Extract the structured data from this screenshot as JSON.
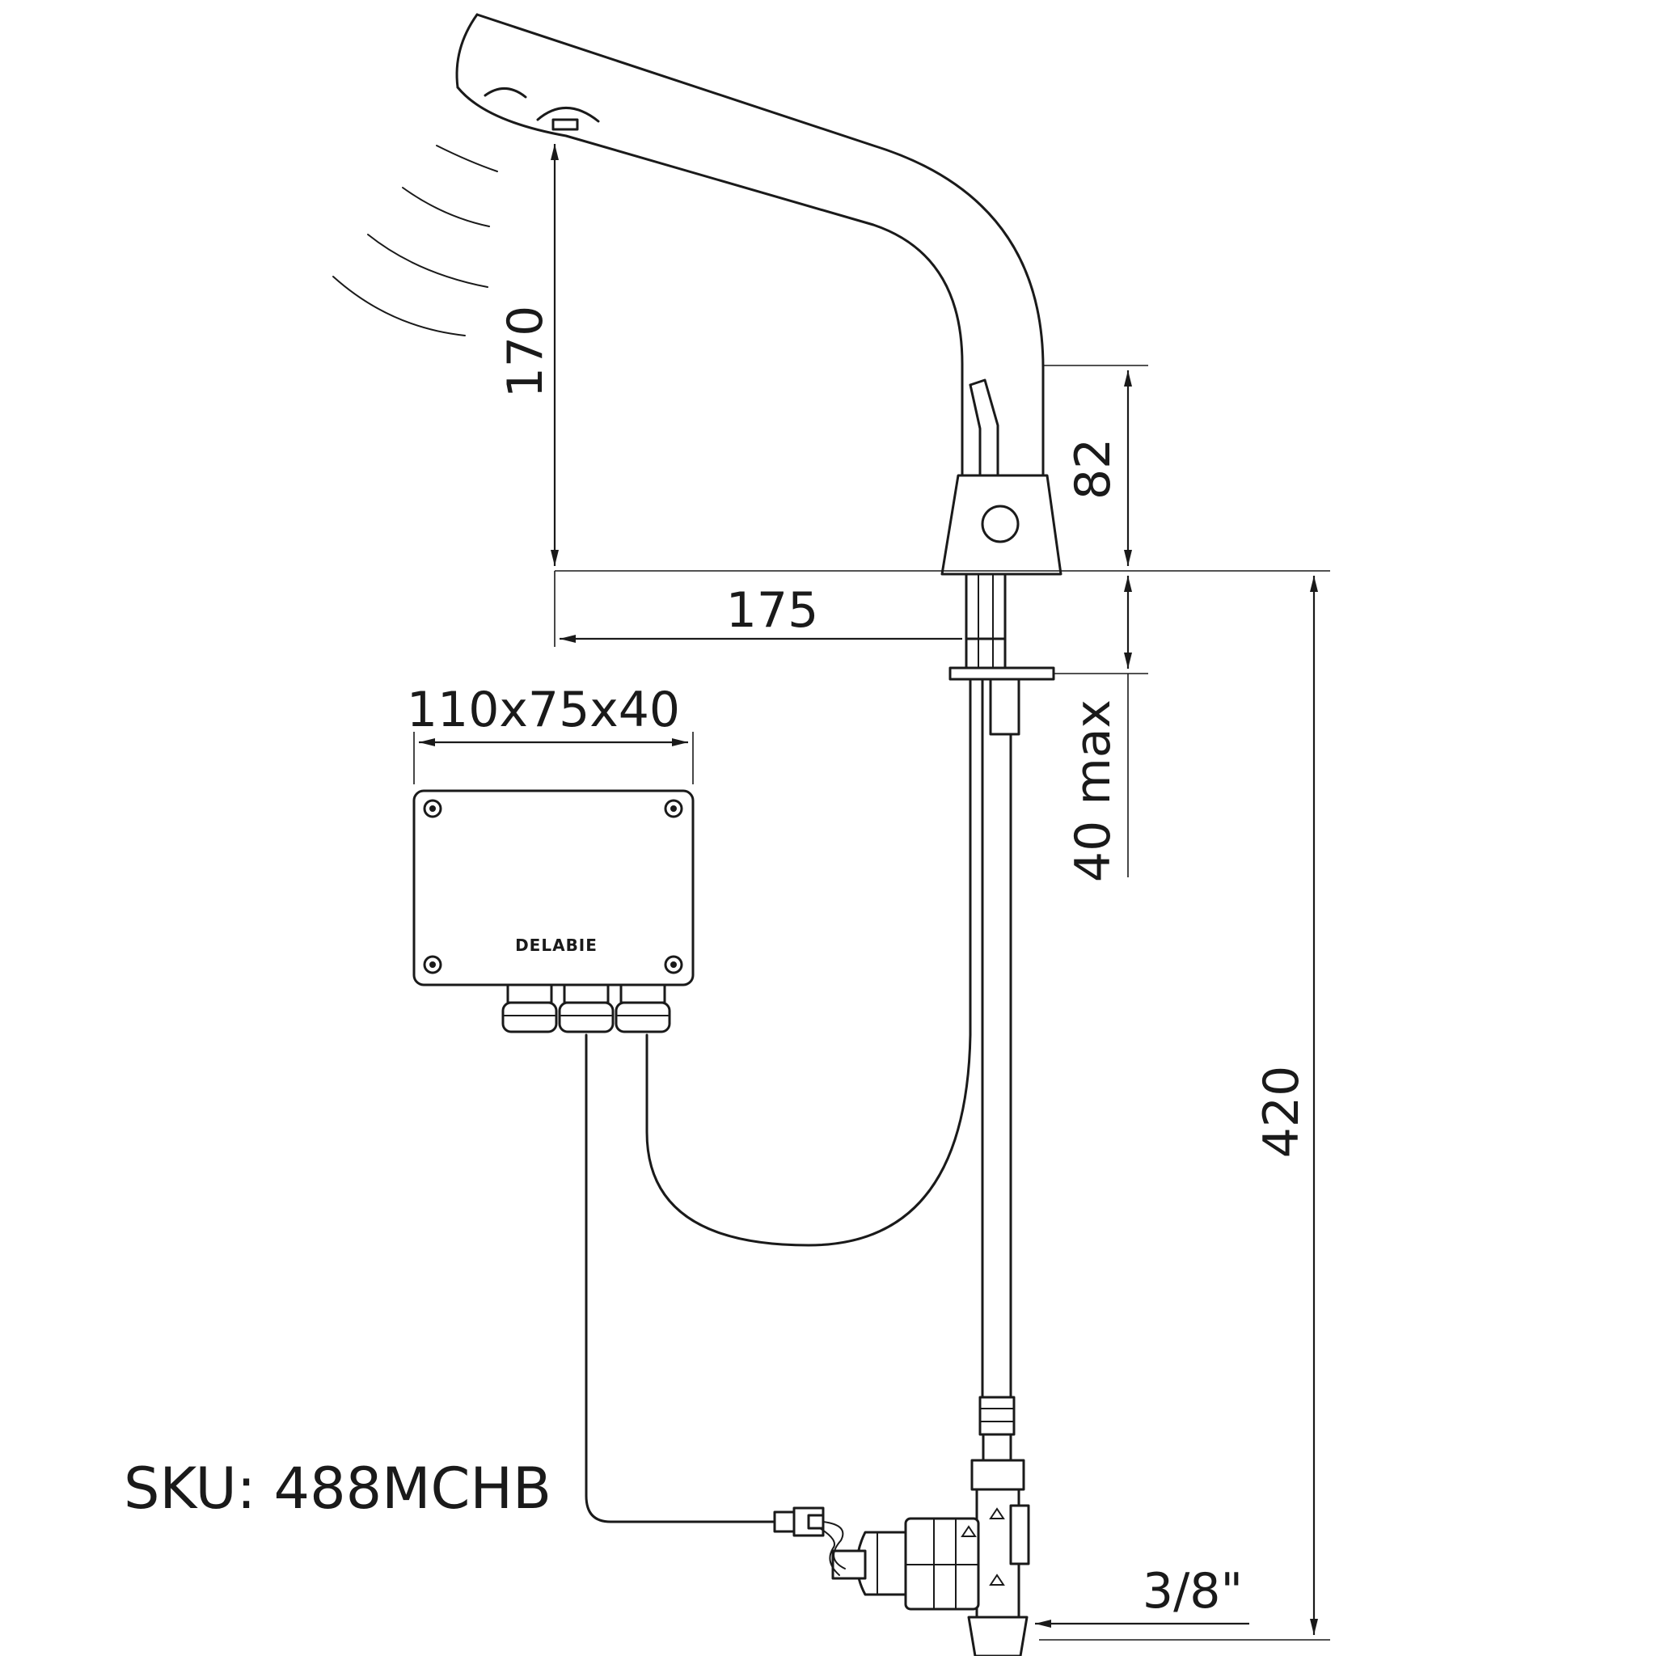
{
  "dimensions": {
    "spout_height": "170",
    "body_height": "82",
    "spout_reach": "175",
    "box_size": "110x75x40",
    "deck_thickness": "40 max",
    "total_length": "420",
    "connection": "3/8\""
  },
  "control_box": {
    "brand": "DELABIE"
  },
  "sku": "SKU: 488MCHB"
}
